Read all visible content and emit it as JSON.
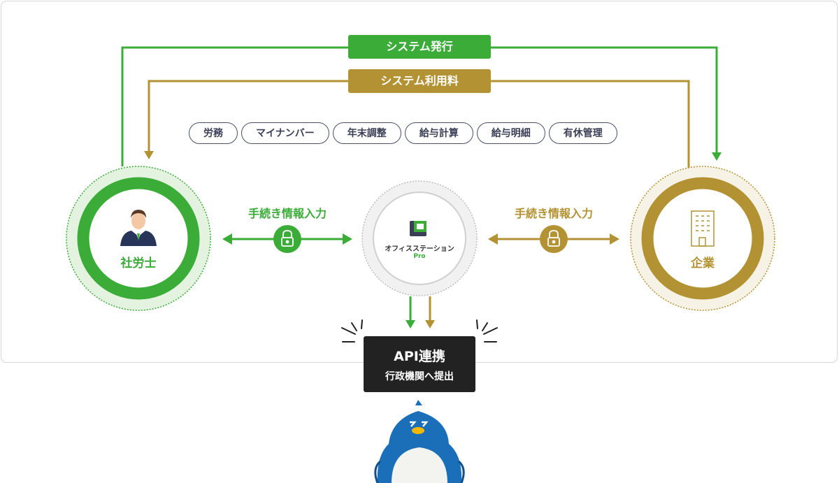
{
  "top_flows": {
    "issue_label": "システム発行",
    "fee_label": "システム利用料"
  },
  "services": [
    "労務",
    "マイナンバー",
    "年末調整",
    "給与計算",
    "給与明細",
    "有休管理"
  ],
  "nodes": {
    "left": {
      "label": "社労士",
      "icon": "person-icon",
      "color": "#3aac37"
    },
    "center": {
      "product_name": "オフィスステーション",
      "edition": "Pro",
      "icon": "office-station-logo-icon"
    },
    "right": {
      "label": "企業",
      "icon": "building-icon",
      "color": "#b39233"
    }
  },
  "side_flows": {
    "left_label": "手続き情報入力",
    "right_label": "手続き情報入力",
    "icon": "lock-icon"
  },
  "api": {
    "title": "API連携",
    "subtitle": "行政機関へ提出"
  },
  "colors": {
    "green": "#3aac37",
    "gold": "#b39233",
    "navy": "#3b3f56",
    "dark": "#222222"
  },
  "mascot": {
    "icon": "penguin-mascot-icon"
  }
}
